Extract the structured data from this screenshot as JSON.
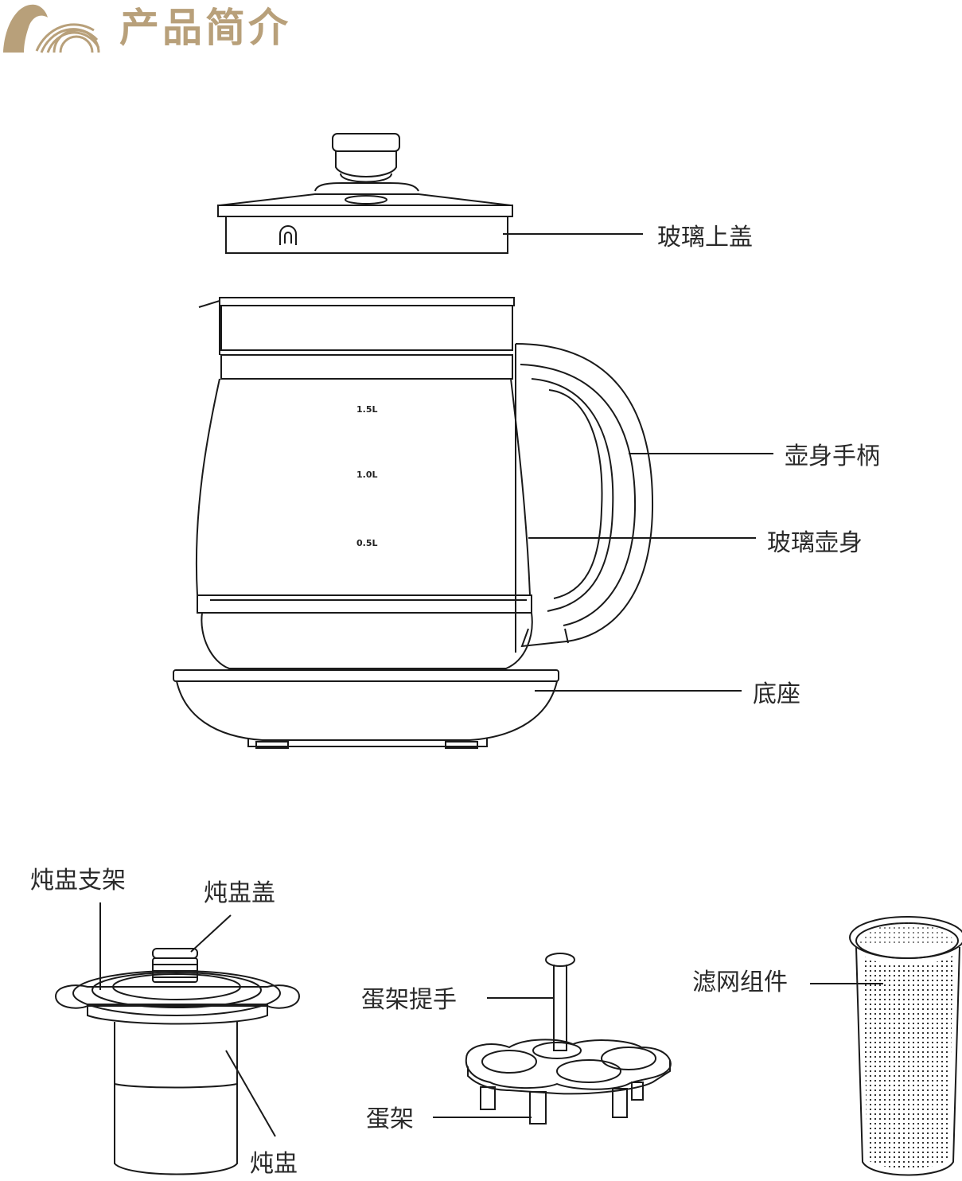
{
  "header": {
    "title": "产品简介",
    "brand_color": "#b8a07a",
    "logo_icon": "rainbow-arch-logo-icon"
  },
  "kettle": {
    "mark_1": "1.5L",
    "mark_2": "1.0L",
    "mark_3": "0.5L"
  },
  "labels": {
    "glass_lid": "玻璃上盖",
    "body_handle": "壶身手柄",
    "glass_body": "玻璃壶身",
    "base": "底座",
    "stew_holder": "炖盅支架",
    "stew_lid": "炖盅盖",
    "stew_pot": "炖盅",
    "egg_rack_handle": "蛋架提手",
    "egg_rack": "蛋架",
    "filter": "滤网组件"
  }
}
